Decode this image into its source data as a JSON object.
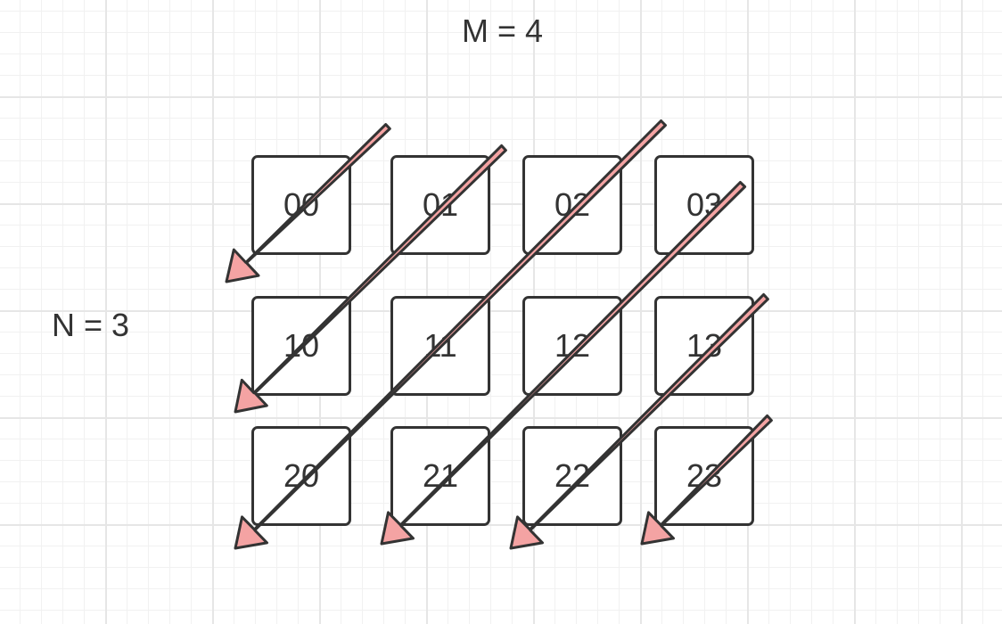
{
  "dimensions": {
    "m_label": "M = 4",
    "n_label": "N = 3"
  },
  "grid": {
    "rows": [
      [
        "00",
        "01",
        "02",
        "03"
      ],
      [
        "10",
        "11",
        "12",
        "13"
      ],
      [
        "20",
        "21",
        "22",
        "23"
      ]
    ]
  },
  "colors": {
    "arrow_fill": "#f4a3a3",
    "stroke": "#333333",
    "cell_fill": "#ffffff"
  },
  "icons": {
    "arrow": "diagonal-arrow-icon"
  }
}
